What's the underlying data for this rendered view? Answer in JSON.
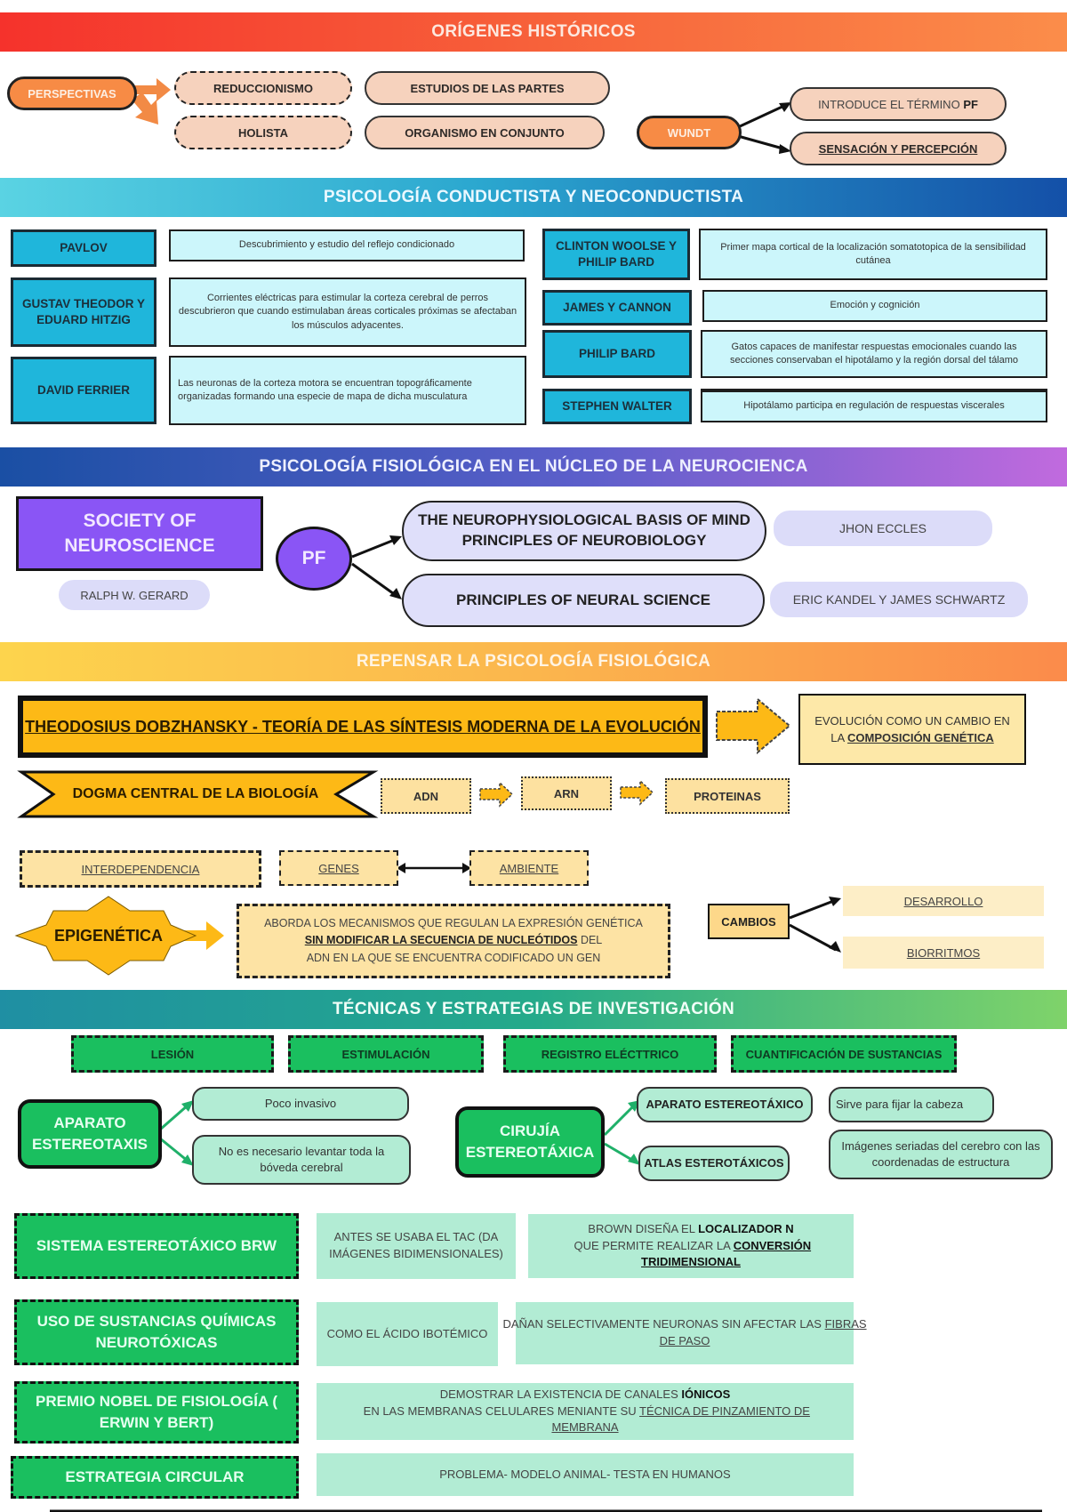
{
  "sections": {
    "origins": {
      "title": "ORÍGENES HISTÓRICOS",
      "perspectivas": "PERSPECTIVAS",
      "reduccionismo": "REDUCCIONISMO",
      "holista": "HOLISTA",
      "estudios": "ESTUDIOS DE LAS PARTES",
      "organismo": "ORGANISMO EN CONJUNTO",
      "wundt": "WUNDT",
      "introduce_prefix": "INTRODUCE EL TÉRMINO ",
      "introduce_bold": "PF",
      "sensacion": "SENSACIÓN Y PERCEPCIÓN"
    },
    "behaviorism": {
      "title": "PSICOLOGÍA CONDUCTISTA Y NEOCONDUCTISTA",
      "left": [
        {
          "name": "PAVLOV",
          "desc": "Descubrimiento y estudio del reflejo condicionado"
        },
        {
          "name": "GUSTAV THEODOR  Y EDUARD HITZIG",
          "desc": "Corrientes eléctricas  para estimular la corteza cerebral de perros descubrieron que  cuando estimulaban áreas corticales próximas se afectaban los músculos adyacentes."
        },
        {
          "name": "DAVID FERRIER",
          "desc": "Las neuronas de la corteza motora  se encuentran topográficamente organizadas formando una especie de mapa de dicha musculatura"
        }
      ],
      "right": [
        {
          "name": "CLINTON WOOLSE Y PHILIP BARD",
          "desc": "Primer mapa cortical de la localización somatotopica de la sensibilidad cutánea"
        },
        {
          "name": "JAMES Y CANNON",
          "desc": "Emoción y cognición"
        },
        {
          "name": "PHILIP BARD",
          "desc": "Gatos capaces de manifestar respuestas emocionales cuando las secciones conservaban el hipotálamo y la región dorsal del tálamo"
        },
        {
          "name": "STEPHEN WALTER",
          "desc": "Hipotálamo participa en regulación de respuestas viscerales"
        }
      ]
    },
    "neuro": {
      "title": "PSICOLOGÍA FISIOLÓGICA EN EL NÚCLEO DE LA NEUROCIENCA",
      "society": "SOCIETY OF NEUROSCIENCE",
      "gerard": "RALPH W. GERARD",
      "pf": "PF",
      "book1_line1": "THE NEUROPHYSIOLOGICAL BASIS OF MIND",
      "book1_line2": "PRINCIPLES OF NEUROBIOLOGY",
      "book2": "PRINCIPLES OF NEURAL SCIENCE",
      "author1": "JHON ECCLES",
      "author2": "ERIC KANDEL Y JAMES SCHWARTZ"
    },
    "rethink": {
      "title": "REPENSAR LA PSICOLOGÍA FISIOLÓGICA",
      "dobzhansky": "THEODOSIUS DOBZHANSKY - TEORÍA DE LAS SÍNTESIS MODERNA DE LA EVOLUCIÓN",
      "evolucion_prefix": "EVOLUCIÓN COMO UN CAMBIO EN LA ",
      "evolucion_bold": "COMPOSICIÓN GENÉTICA",
      "dogma": "DOGMA CENTRAL DE LA BIOLOGÍA",
      "adn": "ADN",
      "arn": "ARN",
      "proteinas": "PROTEINAS",
      "interdependencia": "INTERDEPENDENCIA",
      "genes": "GENES",
      "ambiente": "AMBIENTE",
      "epigenetica": "EPIGENÉTICA",
      "epi_line1": "ABORDA LOS MECANISMOS QUE REGULAN LA EXPRESIÓN GENÉTICA",
      "epi_line2_bold": "SIN MODIFICAR LA SECUENCIA DE NUCLEÓTIDOS",
      "epi_line2_rest": " DEL",
      "epi_line3": "ADN EN LA QUE SE ENCUENTRA CODIFICADO UN GEN",
      "cambios": "CAMBIOS",
      "desarrollo": "DESARROLLO",
      "biorritmos": "BIORRITMOS"
    },
    "techniques": {
      "title": "TÉCNICAS Y ESTRATEGIAS DE INVESTIGACIÓN",
      "methods": [
        "LESIÓN",
        "ESTIMULACIÓN",
        "REGISTRO ELÉCTTRICO",
        "CUANTIFICACIÓN DE SUSTANCIAS"
      ],
      "aparato": "APARATO ESTEREOTAXIS",
      "poco": "Poco invasivo",
      "no_es": "No es necesario levantar toda la bóveda cerebral",
      "cirugia": "CIRUJÍA ESTEREOTÁXICA",
      "aparato_ester": "APARATO ESTEREOTÁXICO",
      "atlas": "ATLAS ESTEROTÁXICOS",
      "sirve": "Sirve para fijar la cabeza",
      "imagenes": "Imágenes seriadas del cerebro con las coordenadas de estructura",
      "brw": "SISTEMA ESTEREOTÁXICO BRW",
      "antes": "ANTES SE USABA EL TAC  (DA IMÁGENES BIDIMENSIONALES)",
      "brown_a": "BROWN DISEÑA EL ",
      "brown_b": "LOCALIZADOR N",
      "brown_c": " QUE PERMITE REALIZAR LA ",
      "brown_d": "CONVERSIÓN TRIDIMENSIONAL",
      "sustancias": "USO DE SUSTANCIAS QUÍMICAS NEUROTÓXICAS",
      "acido": "COMO EL ÁCIDO IBOTÉMICO",
      "danan_a": "DAÑAN SELECTIVAMENTE NEURONAS SIN AFECTAR LAS ",
      "danan_b": "FIBRAS DE PASO",
      "nobel": "PREMIO NOBEL DE FISIOLOGÍA ( ERWIN Y BERT)",
      "demostrar_a": "DEMOSTRAR LA EXISTENCIA DE CANALES ",
      "demostrar_b": "IÓNICOS",
      "demostrar_c": " EN LAS MEMBRANAS CELULARES MENIANTE SU ",
      "demostrar_d": "TÉCNICA DE PINZAMIENTO DE MEMBRANA",
      "circular": "ESTRATEGIA CIRCULAR",
      "problema": "PROBLEMA- MODELO ANIMAL- TESTA EN HUMANOS"
    }
  }
}
